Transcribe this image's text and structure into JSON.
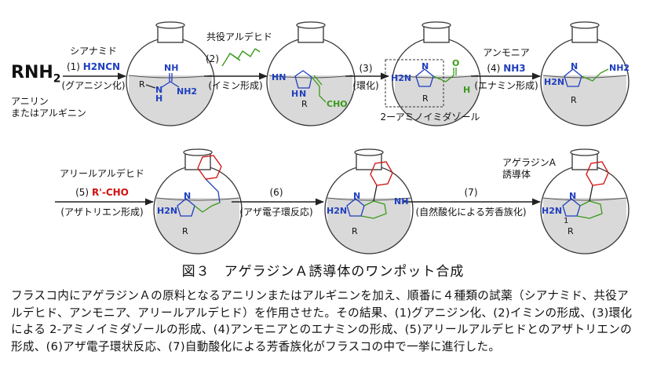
{
  "start": {
    "main": "RNH",
    "sub": "2",
    "line1": "アニリン",
    "line2": "またはアルギニン"
  },
  "steps": [
    {
      "top": "シアナミド",
      "num": "(1)",
      "reagent": "H2NCN",
      "bottom": "(グアニジン化)",
      "color": "blue"
    },
    {
      "top": "共役アルデヒド",
      "num": "(2)",
      "reagent": "",
      "bottom": "(イミン形成)"
    },
    {
      "top": "",
      "num": "(3)",
      "reagent": "",
      "bottom": "(環化)"
    },
    {
      "top": "アンモニア",
      "num": "(4)",
      "reagent": "NH3",
      "bottom": "(エナミン形成)",
      "color": "blue"
    },
    {
      "top": "アリールアルデヒド",
      "num": "(5)",
      "reagent": "R'-CHO",
      "bottom": "(アザトリエン形成)",
      "color": "red"
    },
    {
      "top": "",
      "num": "(6)",
      "reagent": "",
      "bottom": "(アザ電子環反応)"
    },
    {
      "top": "",
      "num": "(7)",
      "reagent": "",
      "bottom": "(自然酸化による芳香族化)"
    }
  ],
  "structure_labels": {
    "guanidine": {
      "hn": "NH",
      "nh2": "NH2",
      "r": "R",
      "n": "N",
      "h": "H"
    },
    "imine": {
      "hn": "HN",
      "n": "N",
      "h": "H",
      "r": "R",
      "cho": "CHO"
    },
    "cyclized": {
      "h2n": "H2N",
      "n": "N",
      "r": "R",
      "o": "O",
      "h": "H",
      "caption": "2ーアミノイミダゾール"
    },
    "enamine": {
      "h2n": "H2N",
      "n": "N",
      "r": "R",
      "nh2": "NH2"
    },
    "azatriene": {
      "h2n": "H2N",
      "n": "N",
      "r": "R"
    },
    "cyclized2": {
      "h2n": "H2N",
      "n": "N",
      "nh": "NH",
      "r": "R"
    },
    "product": {
      "h2n": "H2N",
      "n": "N",
      "one": "1",
      "r": "R",
      "title1": "アゲラジンA",
      "title2": "誘導体"
    }
  },
  "colors": {
    "blue": "#1f3fbf",
    "red": "#d01010",
    "green": "#3a9a1a",
    "flask_fill": "#d9d9d9"
  },
  "caption": "図３　アゲラジンＡ誘導体のワンポット合成",
  "description": "フラスコ内にアゲラジンＡの原料となるアニリンまたはアルギニンを加え、順番に４種類の試薬（シアナミド、共役アルデヒド、アンモニア、アリールアルデヒド）を作用させた。その結果、(1)グアニジン化、(2)イミンの形成、(3)環化による 2-アミノイミダゾールの形成、(4)アンモニアとのエナミンの形成、(5)アリールアルデヒドとのアザトリエンの形成、(6)アザ電子環状反応、(7)自動酸化による芳香族化がフラスコの中で一挙に進行した。"
}
